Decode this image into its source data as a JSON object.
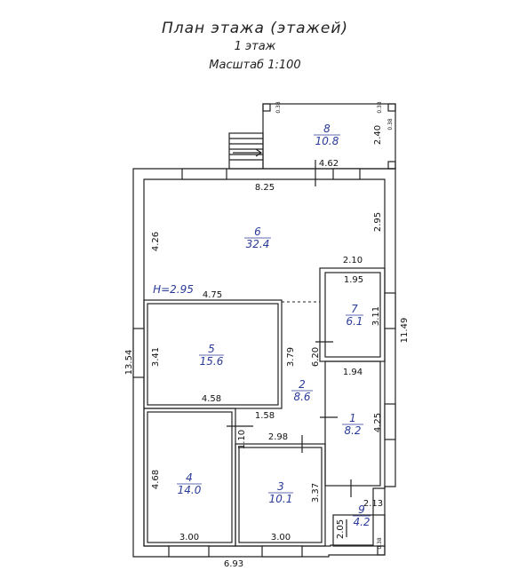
{
  "header": {
    "title": "План этажа (этажей)",
    "floor": "1 этаж",
    "scale": "Масштаб 1:100"
  },
  "rooms": [
    {
      "id": "room-1",
      "number": "1",
      "area": "8.2"
    },
    {
      "id": "room-2",
      "number": "2",
      "area": "8.6"
    },
    {
      "id": "room-3",
      "number": "3",
      "area": "10.1"
    },
    {
      "id": "room-4",
      "number": "4",
      "area": "14.0"
    },
    {
      "id": "room-5",
      "number": "5",
      "area": "15.6"
    },
    {
      "id": "room-6",
      "number": "6",
      "area": "32.4"
    },
    {
      "id": "room-7",
      "number": "7",
      "area": "6.1"
    },
    {
      "id": "room-8",
      "number": "8",
      "area": "10.8"
    },
    {
      "id": "room-9",
      "number": "9",
      "area": "4.2"
    }
  ],
  "ceiling_height": "H=2.95",
  "dimensions": {
    "d_8_25": "8.25",
    "d_4_62": "4.62",
    "d_2_40": "2.40",
    "d_2_95": "2.95",
    "d_4_26": "4.26",
    "d_2_10": "2.10",
    "d_1_95": "1.95",
    "d_3_11": "3.11",
    "d_11_49": "11.49",
    "d_4_75": "4.75",
    "d_13_54": "13.54",
    "d_3_41": "3.41",
    "d_3_79": "3.79",
    "d_6_20": "6.20",
    "d_1_94": "1.94",
    "d_4_58": "4.58",
    "d_1_58": "1.58",
    "d_1_10": "1.10",
    "d_4_25": "4.25",
    "d_2_98": "2.98",
    "d_4_68": "4.68",
    "d_3_37": "3.37",
    "d_2_13": "2.13",
    "d_2_05": "2.05",
    "d_3_00_left": "3.00",
    "d_3_00_right": "3.00",
    "d_6_93": "6.93",
    "d_0_38_a": "0.38",
    "d_0_38_b": "0.38",
    "d_0_38_c": "0.38",
    "d_0_38_d": "0.38"
  }
}
